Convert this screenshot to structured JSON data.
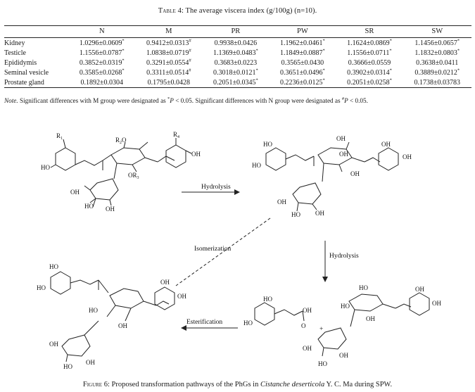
{
  "table": {
    "label": "Table 4",
    "title": ": The average viscera index (g/100g) (n=10).",
    "columns": [
      "",
      "N",
      "M",
      "PR",
      "PW",
      "SR",
      "SW"
    ],
    "rows": [
      {
        "label": "Kidney",
        "cells": [
          {
            "v": "1.0296±0.0609",
            "m": "*"
          },
          {
            "v": "0.9412±0.0313",
            "m": "#"
          },
          {
            "v": "0.9938±0.0426",
            "m": ""
          },
          {
            "v": "1.1962±0.0461",
            "m": "*"
          },
          {
            "v": "1.1624±0.0869",
            "m": "*"
          },
          {
            "v": "1.1456±0.0657",
            "m": "*"
          }
        ]
      },
      {
        "label": "Testicle",
        "cells": [
          {
            "v": "1.1556±0.0787",
            "m": "*"
          },
          {
            "v": "1.0838±0.0719",
            "m": "#"
          },
          {
            "v": "1.1369±0.0483",
            "m": "*"
          },
          {
            "v": "1.1849±0.0887",
            "m": "*"
          },
          {
            "v": "1.1556±0.0711",
            "m": "*"
          },
          {
            "v": "1.1832±0.0803",
            "m": "*"
          }
        ]
      },
      {
        "label": "Epididymis",
        "cells": [
          {
            "v": "0.3852±0.0319",
            "m": "*"
          },
          {
            "v": "0.3291±0.0554",
            "m": "#"
          },
          {
            "v": "0.3683±0.0223",
            "m": ""
          },
          {
            "v": "0.3565±0.0430",
            "m": ""
          },
          {
            "v": "0.3666±0.0559",
            "m": ""
          },
          {
            "v": "0.3638±0.0411",
            "m": ""
          }
        ]
      },
      {
        "label": "Seminal vesicle",
        "cells": [
          {
            "v": "0.3585±0.0268",
            "m": "*"
          },
          {
            "v": "0.3311±0.0514",
            "m": "#"
          },
          {
            "v": "0.3018±0.0121",
            "m": "*"
          },
          {
            "v": "0.3651±0.0496",
            "m": "*"
          },
          {
            "v": "0.3902±0.0314",
            "m": "*"
          },
          {
            "v": "0.3889±0.0212",
            "m": "*"
          }
        ]
      },
      {
        "label": "Prostate gland",
        "cells": [
          {
            "v": "0.1892±0.0304",
            "m": ""
          },
          {
            "v": "0.1795±0.0428",
            "m": ""
          },
          {
            "v": "0.2051±0.0345",
            "m": "*"
          },
          {
            "v": "0.2236±0.0125",
            "m": "*"
          },
          {
            "v": "0.2051±0.0258",
            "m": "*"
          },
          {
            "v": "0.1738±0.03783",
            "m": ""
          }
        ]
      }
    ]
  },
  "note": {
    "lead": "Note.",
    "text1": " Significant differences with M group were designated as ",
    "sym1": "*",
    "p": "P",
    "lt": " < 0.05. Significant differences with N group were designated as ",
    "sym2": "#",
    "end": " < 0.05."
  },
  "scheme": {
    "labels": {
      "hydrolysis_top": "Hydrolysis",
      "hydrolysis_right": "Hydrolysis",
      "isomerization": "Isomerization",
      "esterification": "Esterification",
      "plus": "+"
    },
    "groups": {
      "r1": "R",
      "r1_sub": "1",
      "r2o": "R",
      "r2o_sub": "2",
      "r2o_tail": "O",
      "r4": "R",
      "r4_sub": "4",
      "or3": "OR",
      "or3_sub": "3",
      "ho": "HO",
      "oh": "OH",
      "o": "O"
    }
  },
  "figure": {
    "label": "Figure 6",
    "text": ": Proposed transformation pathways of the PhGs in ",
    "species": "Cistanche deserticola",
    "tail": " Y. C. Ma during SPW."
  }
}
